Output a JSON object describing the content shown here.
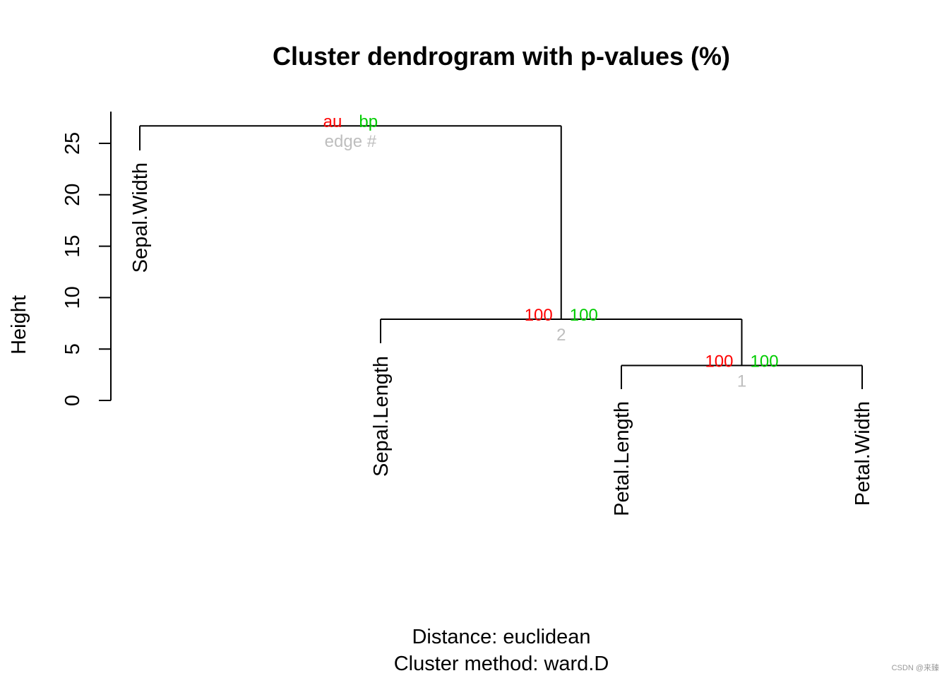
{
  "chart_data": {
    "type": "dendrogram",
    "title": "Cluster dendrogram with p-values (%)",
    "ylabel": "Height",
    "xlabel_lines": [
      "Distance:  euclidean",
      "Cluster method: ward.D"
    ],
    "ylim": [
      0,
      27
    ],
    "yticks": [
      0,
      5,
      10,
      15,
      20,
      25
    ],
    "leaves": [
      "Sepal.Width",
      "Sepal.Length",
      "Petal.Length",
      "Petal.Width"
    ],
    "merges": [
      {
        "edge": "1",
        "children": [
          "Petal.Length",
          "Petal.Width"
        ],
        "height": 3.4,
        "au": "100",
        "bp": "100"
      },
      {
        "edge": "2",
        "children": [
          "Sepal.Length",
          "edge 1"
        ],
        "height": 7.9,
        "au": "100",
        "bp": "100"
      },
      {
        "edge": "",
        "children": [
          "Sepal.Width",
          "edge 2"
        ],
        "height": 26.7,
        "au": "au",
        "bp": "bp",
        "edge_label": "edge #"
      }
    ],
    "colors": {
      "au": "#ff0000",
      "bp": "#00cc00",
      "edge": "#bebebe",
      "line": "#000000"
    }
  },
  "watermark": "CSDN @来臻"
}
